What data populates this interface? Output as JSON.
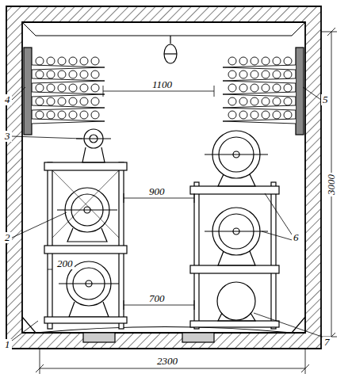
{
  "diagram": {
    "labels": [
      "1100",
      "900",
      "700",
      "200",
      "3000",
      "2300",
      "1",
      "2",
      "3",
      "4",
      "5",
      "6",
      "7"
    ]
  }
}
